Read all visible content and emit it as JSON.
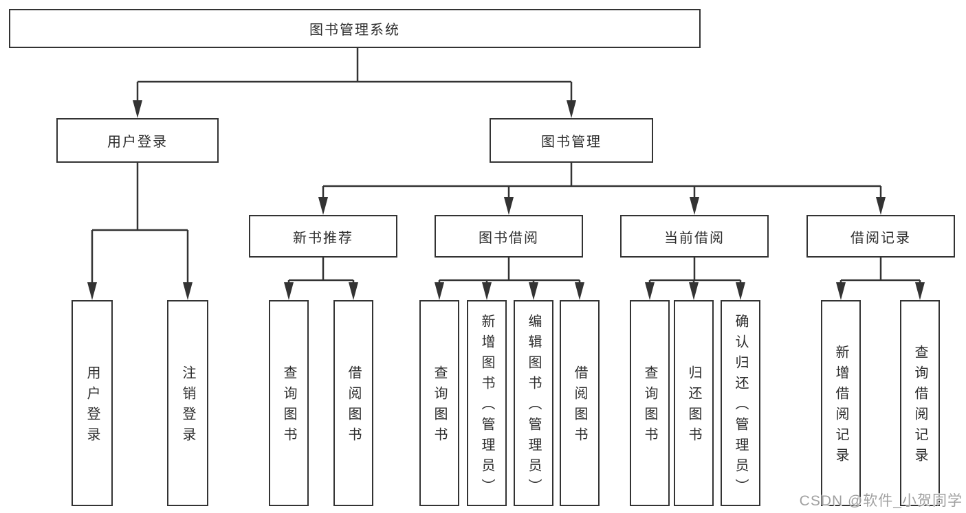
{
  "diagram": {
    "root": {
      "label": "图书管理系统"
    },
    "branches": [
      {
        "label": "用户登录",
        "leaves": [
          {
            "label": "用户登录"
          },
          {
            "label": "注销登录"
          }
        ]
      },
      {
        "label": "图书管理",
        "sections": [
          {
            "label": "新书推荐",
            "leaves": [
              {
                "label": "查询图书"
              },
              {
                "label": "借阅图书"
              }
            ]
          },
          {
            "label": "图书借阅",
            "leaves": [
              {
                "label": "查询图书"
              },
              {
                "label": "新增图书（管理员）"
              },
              {
                "label": "编辑图书（管理员）"
              },
              {
                "label": "借阅图书"
              }
            ]
          },
          {
            "label": "当前借阅",
            "leaves": [
              {
                "label": "查询图书"
              },
              {
                "label": "归还图书"
              },
              {
                "label": "确认归还（管理员）"
              }
            ]
          },
          {
            "label": "借阅记录",
            "leaves": [
              {
                "label": "新增借阅记录"
              },
              {
                "label": "查询借阅记录"
              }
            ]
          }
        ]
      }
    ]
  },
  "watermark": {
    "text": "CSDN @软件_小贺同学"
  },
  "colors": {
    "line": "#333333",
    "text": "#2d2d2d",
    "background": "#ffffff",
    "watermark": "#989898"
  }
}
